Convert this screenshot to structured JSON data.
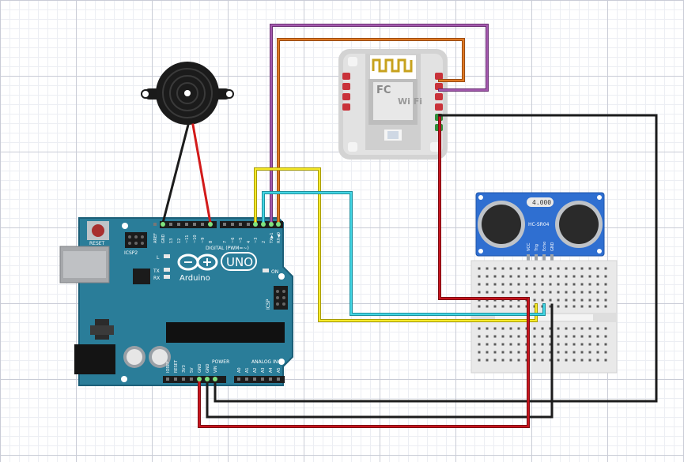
{
  "colors": {
    "arduino_board": "#2a7d99",
    "arduino_edge": "#1c5f78",
    "wifi_board": "#dcdcdc",
    "sensor_board": "#2f6fd1",
    "breadboard": "#eeeeee",
    "wire_red": "#b4111a",
    "wire_black": "#1c1c1c",
    "wire_yellow": "#f2e51b",
    "wire_cyan": "#35c9d9",
    "wire_orange": "#d66f1f",
    "wire_purple": "#9a4aa4"
  },
  "arduino": {
    "reset_label": "RESET",
    "icsp2_label": "ICSP2",
    "led_l": "L",
    "led_tx": "TX",
    "led_rx": "RX",
    "on_label": "ON",
    "icsp_label": "ICSP",
    "digital_label": "DIGITAL (PWM=~)",
    "brand": "Arduino",
    "model": "UNO",
    "power_label": "POWER",
    "analog_label": "ANALOG IN",
    "digital_pins": [
      "AREF",
      "GND",
      "13",
      "12",
      "~11",
      "~10",
      "~9",
      "8",
      "7",
      "~6",
      "~5",
      "4",
      "~3",
      "2",
      "TX▶1",
      "RX◀0"
    ],
    "power_pins": [
      "IOREF",
      "RESET",
      "3V3",
      "5V",
      "GND",
      "GND",
      "VIN"
    ],
    "analog_pins": [
      "A0",
      "A1",
      "A2",
      "A3",
      "A4",
      "A5"
    ]
  },
  "wifi": {
    "fc_mark": "FC",
    "wifi_mark": "Wi Fi"
  },
  "sensor": {
    "model": "HC-SR04",
    "crystal": "4.000",
    "pins": [
      "VCC",
      "Trig",
      "Echo",
      "GND"
    ]
  }
}
